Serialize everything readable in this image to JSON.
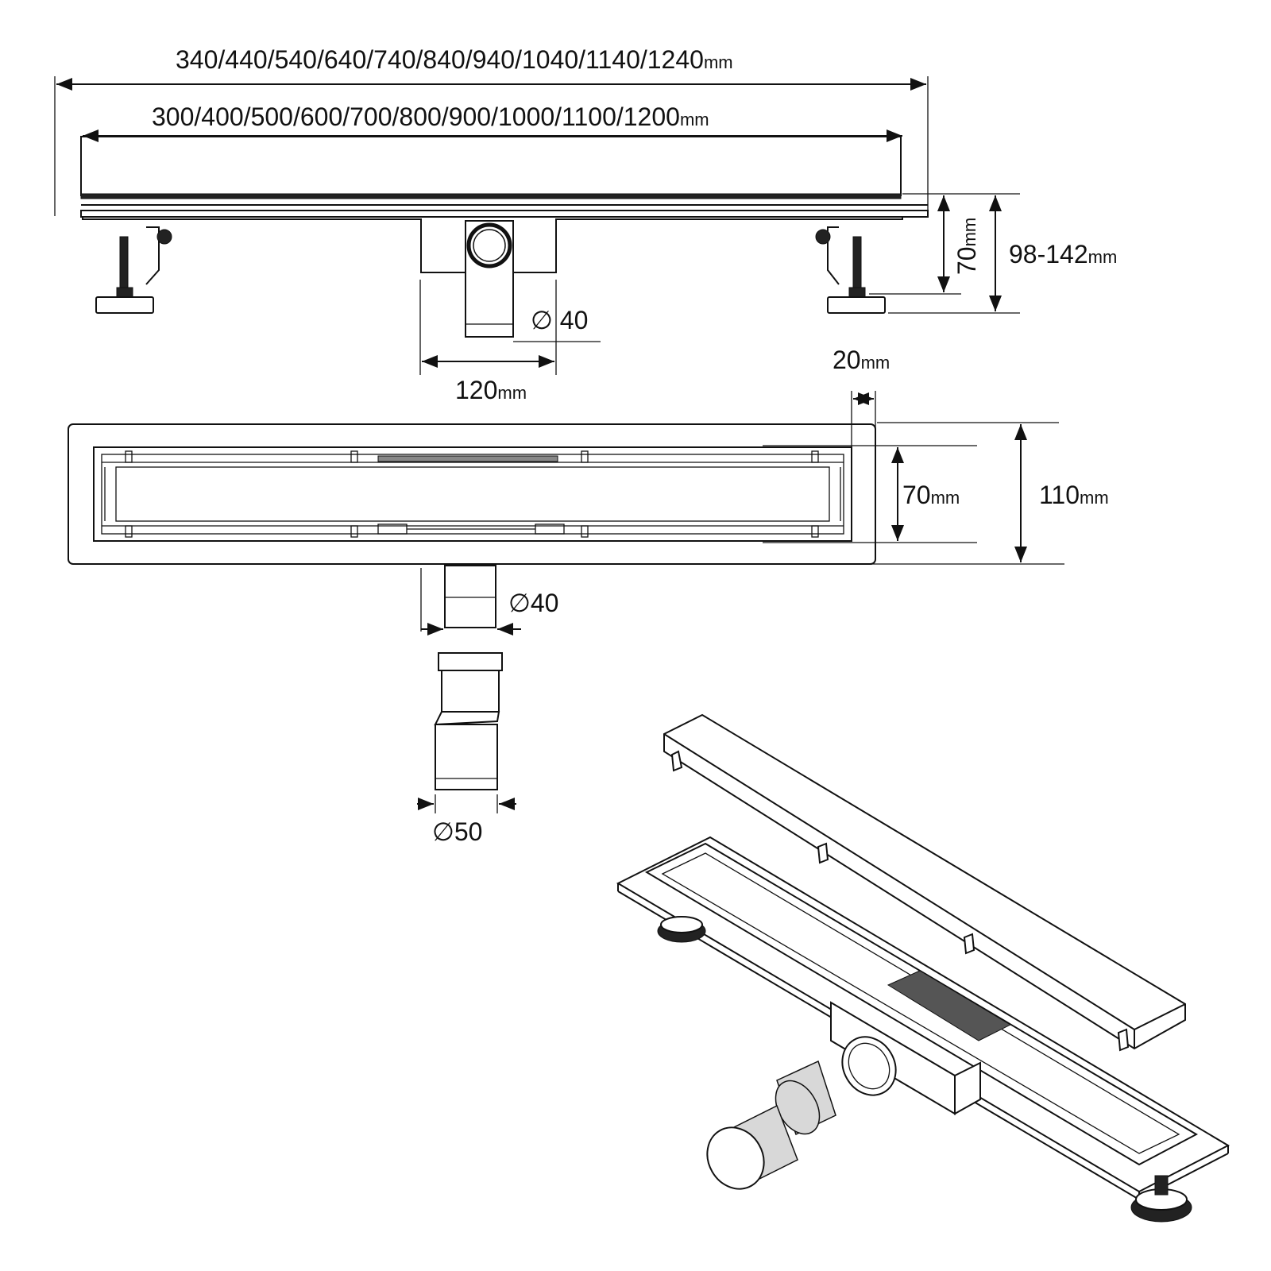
{
  "dimensions": {
    "outer_length": {
      "value": "340/440/540/640/740/840/940/1040/1140/1240",
      "unit": "mm"
    },
    "inner_length": {
      "value": "300/400/500/600/700/800/900/1000/1100/1200",
      "unit": "mm"
    },
    "body_height": {
      "value": "70",
      "unit": "mm"
    },
    "total_height": {
      "value": "98-142",
      "unit": "mm"
    },
    "outlet_side_diameter": {
      "value": "∅ 40"
    },
    "outlet_spacing": {
      "value": "120",
      "unit": "mm"
    },
    "flange": {
      "value": "20",
      "unit": "mm"
    },
    "channel_width": {
      "value": "70",
      "unit": "mm"
    },
    "overall_width": {
      "value": "110",
      "unit": "mm"
    },
    "pipe_diameter": {
      "value": "∅40"
    },
    "adapter_diameter": {
      "value": "∅50"
    }
  }
}
